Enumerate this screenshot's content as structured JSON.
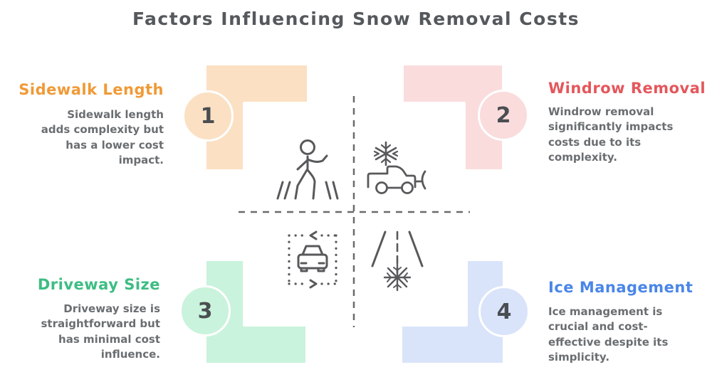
{
  "page": {
    "title": "Factors Influencing Snow Removal Costs",
    "background": "#ffffff"
  },
  "colors": {
    "heading_text": "#55585c",
    "body_text": "#6a6e71",
    "number_text": "#4a4e52",
    "icon_stroke": "#58595b",
    "divider": "#6b6b6b"
  },
  "dividers": {
    "style": "dashed",
    "orientation": "cross"
  },
  "factors": [
    {
      "number": "1",
      "title": "Sidewalk Length",
      "title_color": "#f09a36",
      "block_color": "#fbe0c3",
      "description": "Sidewalk length adds complexity but has a lower cost impact.",
      "icon": "pedestrian-crosswalk-icon",
      "position": "top-left"
    },
    {
      "number": "2",
      "title": "Windrow Removal",
      "title_color": "#e4575b",
      "block_color": "#fadcdd",
      "description": "Windrow removal significantly impacts costs due to its complexity.",
      "icon": "snowplow-truck-icon",
      "position": "top-right"
    },
    {
      "number": "3",
      "title": "Driveway Size",
      "title_color": "#3dbd83",
      "block_color": "#c9f3dc",
      "description": "Driveway size is straightforward but has minimal cost influence.",
      "icon": "car-driveway-icon",
      "position": "bottom-left"
    },
    {
      "number": "4",
      "title": "Ice Management",
      "title_color": "#4a86e8",
      "block_color": "#d9e4fa",
      "description": "Ice management is crucial and cost-effective despite its simplicity.",
      "icon": "icy-road-snowflake-icon",
      "position": "bottom-right"
    }
  ]
}
